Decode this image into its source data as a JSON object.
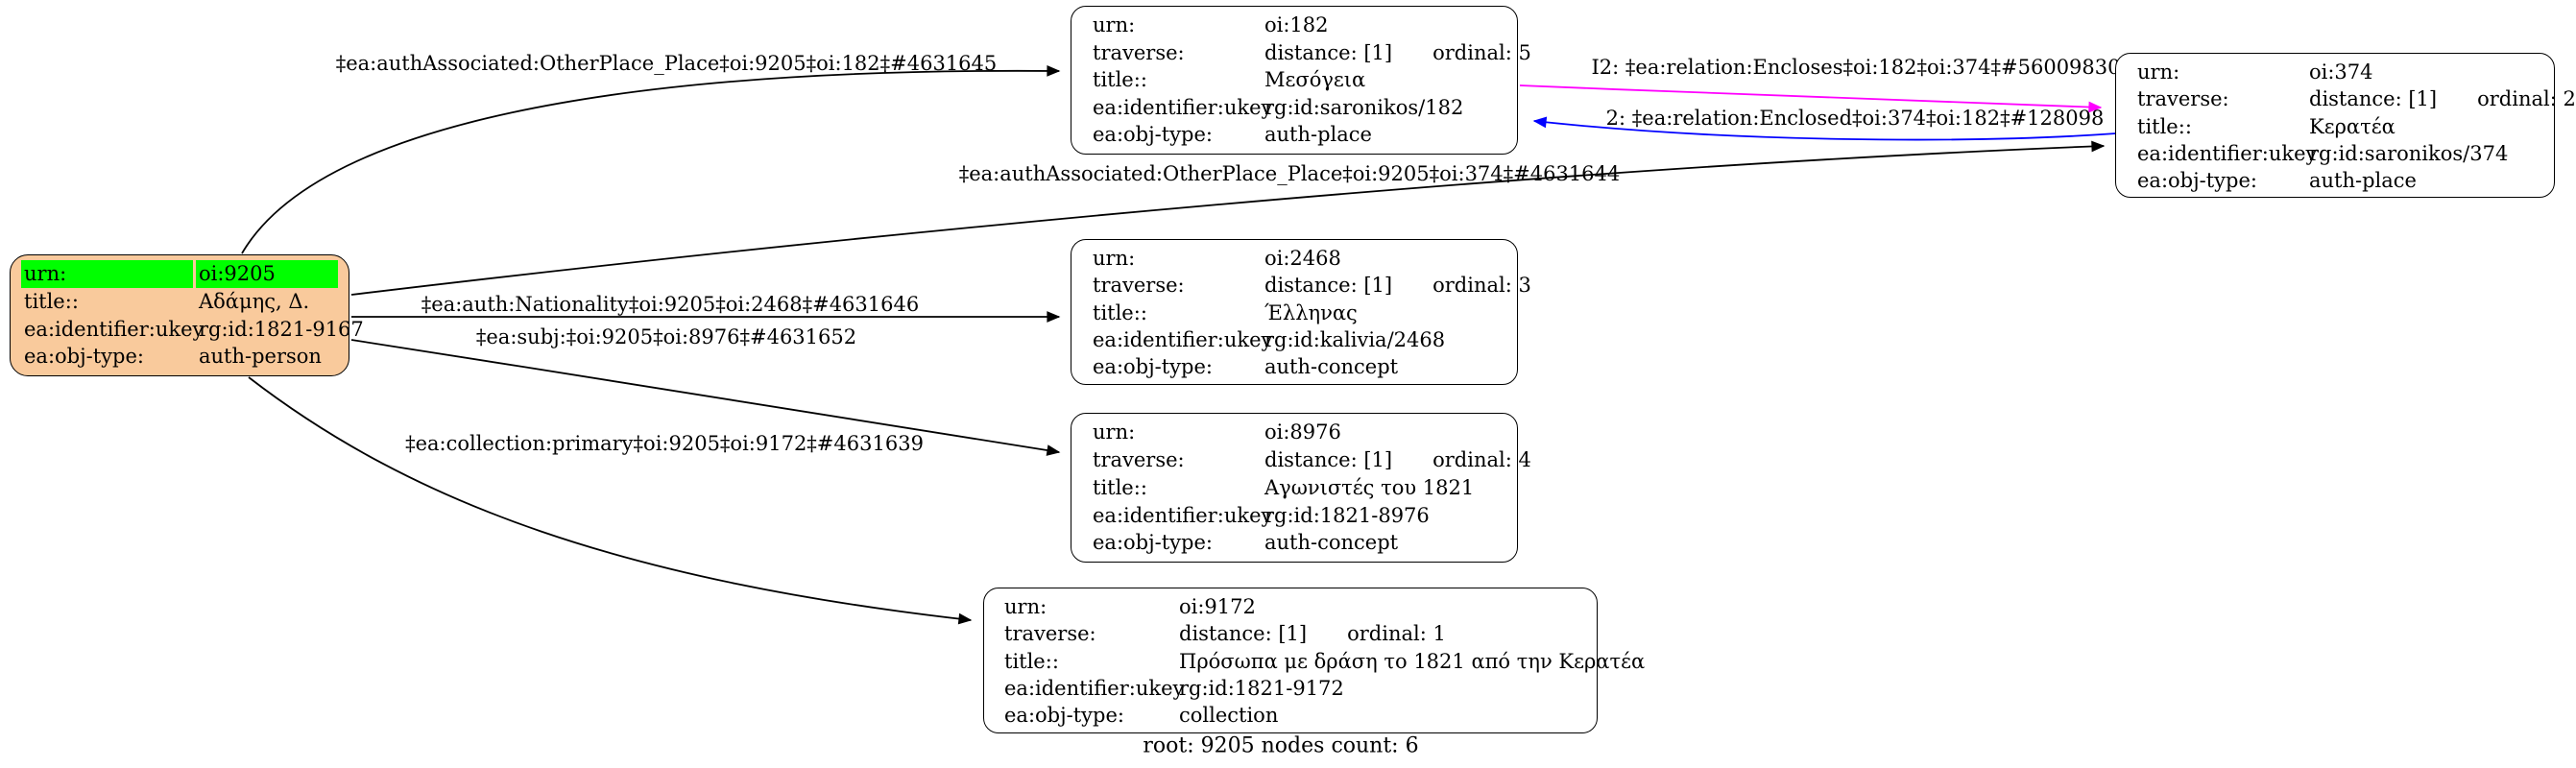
{
  "colors": {
    "background": "#ffffff",
    "root_fill": "#F9CA9C",
    "highlight": "#00FF00",
    "node_border": "#000000",
    "edge_black": "#000000",
    "edge_magenta": "#FF00FF",
    "edge_blue": "#0000FF"
  },
  "footer": {
    "text": "root: 9205 nodes count: 6"
  },
  "nodes": [
    {
      "id": "oi:9205",
      "is_root": true,
      "rows": [
        {
          "key": "urn:",
          "value": "oi:9205",
          "highlight": true
        },
        {
          "key": "title::",
          "value": "Αδάμης, Δ."
        },
        {
          "key": "ea:identifier:ukey",
          "value": "rg:id:1821-9167"
        },
        {
          "key": "ea:obj-type:",
          "value": "auth-person"
        }
      ]
    },
    {
      "id": "oi:182",
      "rows": [
        {
          "key": "urn:",
          "value": "oi:182"
        },
        {
          "key": "traverse:",
          "value": "distance: [1]",
          "value2": "ordinal: 5"
        },
        {
          "key": "title::",
          "value": "Μεσόγεια"
        },
        {
          "key": "ea:identifier:ukey",
          "value": "rg:id:saronikos/182"
        },
        {
          "key": "ea:obj-type:",
          "value": "auth-place"
        }
      ]
    },
    {
      "id": "oi:374",
      "rows": [
        {
          "key": "urn:",
          "value": "oi:374"
        },
        {
          "key": "traverse:",
          "value": "distance: [1]",
          "value2": "ordinal: 2"
        },
        {
          "key": "title::",
          "value": "Κερατέα"
        },
        {
          "key": "ea:identifier:ukey",
          "value": "rg:id:saronikos/374"
        },
        {
          "key": "ea:obj-type:",
          "value": "auth-place"
        }
      ]
    },
    {
      "id": "oi:2468",
      "rows": [
        {
          "key": "urn:",
          "value": "oi:2468"
        },
        {
          "key": "traverse:",
          "value": "distance: [1]",
          "value2": "ordinal: 3"
        },
        {
          "key": "title::",
          "value": "Έλληνας"
        },
        {
          "key": "ea:identifier:ukey",
          "value": "rg:id:kalivia/2468"
        },
        {
          "key": "ea:obj-type:",
          "value": "auth-concept"
        }
      ]
    },
    {
      "id": "oi:8976",
      "rows": [
        {
          "key": "urn:",
          "value": "oi:8976"
        },
        {
          "key": "traverse:",
          "value": "distance: [1]",
          "value2": "ordinal: 4"
        },
        {
          "key": "title::",
          "value": "Αγωνιστές του 1821"
        },
        {
          "key": "ea:identifier:ukey",
          "value": "rg:id:1821-8976"
        },
        {
          "key": "ea:obj-type:",
          "value": "auth-concept"
        }
      ]
    },
    {
      "id": "oi:9172",
      "rows": [
        {
          "key": "urn:",
          "value": "oi:9172"
        },
        {
          "key": "traverse:",
          "value": "distance: [1]",
          "value2": "ordinal: 1"
        },
        {
          "key": "title::",
          "value": "Πρόσωπα με δράση το 1821 από την Κερατέα"
        },
        {
          "key": "ea:identifier:ukey",
          "value": "rg:id:1821-9172"
        },
        {
          "key": "ea:obj-type:",
          "value": "collection"
        }
      ]
    }
  ],
  "edges": [
    {
      "label": "‡ea:authAssociated:OtherPlace_Place‡oi:9205‡oi:182‡#4631645",
      "color": "#000000"
    },
    {
      "label": "‡ea:authAssociated:OtherPlace_Place‡oi:9205‡oi:374‡#4631644",
      "color": "#000000"
    },
    {
      "label": "I2: ‡ea:relation:Encloses‡oi:182‡oi:374‡#56009830",
      "color": "#FF00FF"
    },
    {
      "label": "2: ‡ea:relation:Enclosed‡oi:374‡oi:182‡#128098",
      "color": "#0000FF"
    },
    {
      "label": "‡ea:auth:Nationality‡oi:9205‡oi:2468‡#4631646",
      "color": "#000000"
    },
    {
      "label": "‡ea:subj:‡oi:9205‡oi:8976‡#4631652",
      "color": "#000000"
    },
    {
      "label": "‡ea:collection:primary‡oi:9205‡oi:9172‡#4631639",
      "color": "#000000"
    }
  ]
}
